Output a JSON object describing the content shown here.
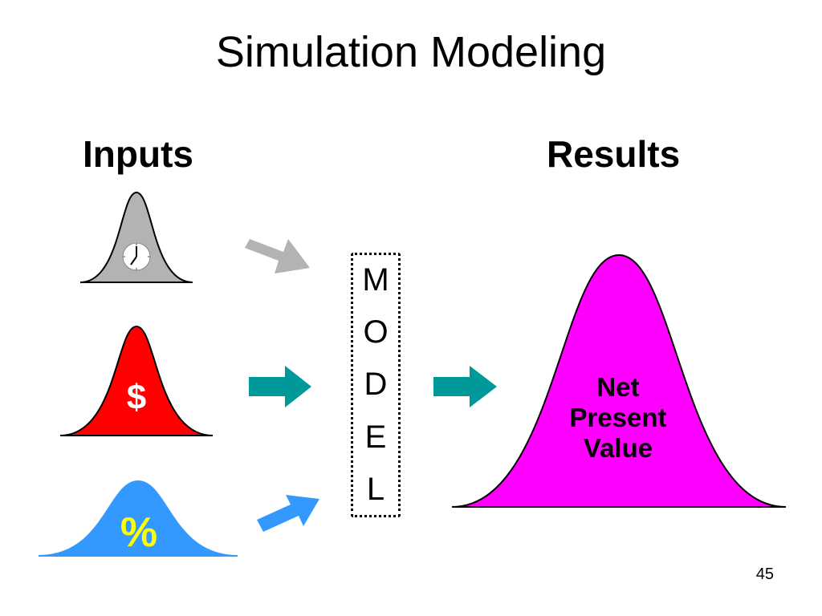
{
  "slide": {
    "title": "Simulation Modeling",
    "page_number": "45"
  },
  "headings": {
    "inputs": "Inputs",
    "results": "Results"
  },
  "model": {
    "letters": [
      "M",
      "O",
      "D",
      "E",
      "L"
    ]
  },
  "inputs": [
    {
      "icon": "clock-icon",
      "fill_color": "#b3b3b3"
    },
    {
      "label": "$",
      "fill_color": "#ff0000",
      "label_color": "#ffffff"
    },
    {
      "label": "%",
      "fill_color": "#3399ff",
      "label_color": "#ffff00"
    }
  ],
  "result": {
    "label_lines": [
      "Net",
      "Present",
      "Value"
    ],
    "fill_color": "#ff00ff"
  },
  "arrows": {
    "gray_color": "#b3b3b3",
    "teal_color": "#009999",
    "blue_color": "#3399ff"
  }
}
